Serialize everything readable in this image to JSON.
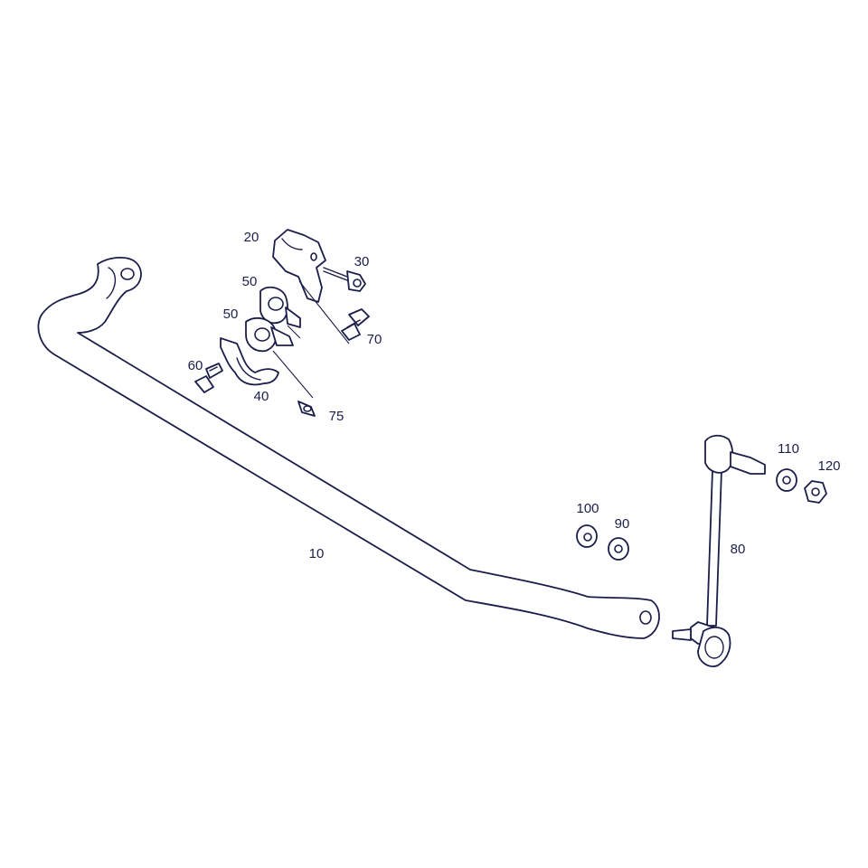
{
  "diagram": {
    "colors": {
      "line": "#1d1d4a",
      "background": "#ffffff"
    },
    "labels": {
      "p10": "10",
      "p20": "20",
      "p30": "30",
      "p40": "40",
      "p50a": "50",
      "p50b": "50",
      "p60": "60",
      "p70": "70",
      "p75": "75",
      "p80": "80",
      "p90": "90",
      "p100": "100",
      "p110": "110",
      "p120": "120"
    }
  }
}
